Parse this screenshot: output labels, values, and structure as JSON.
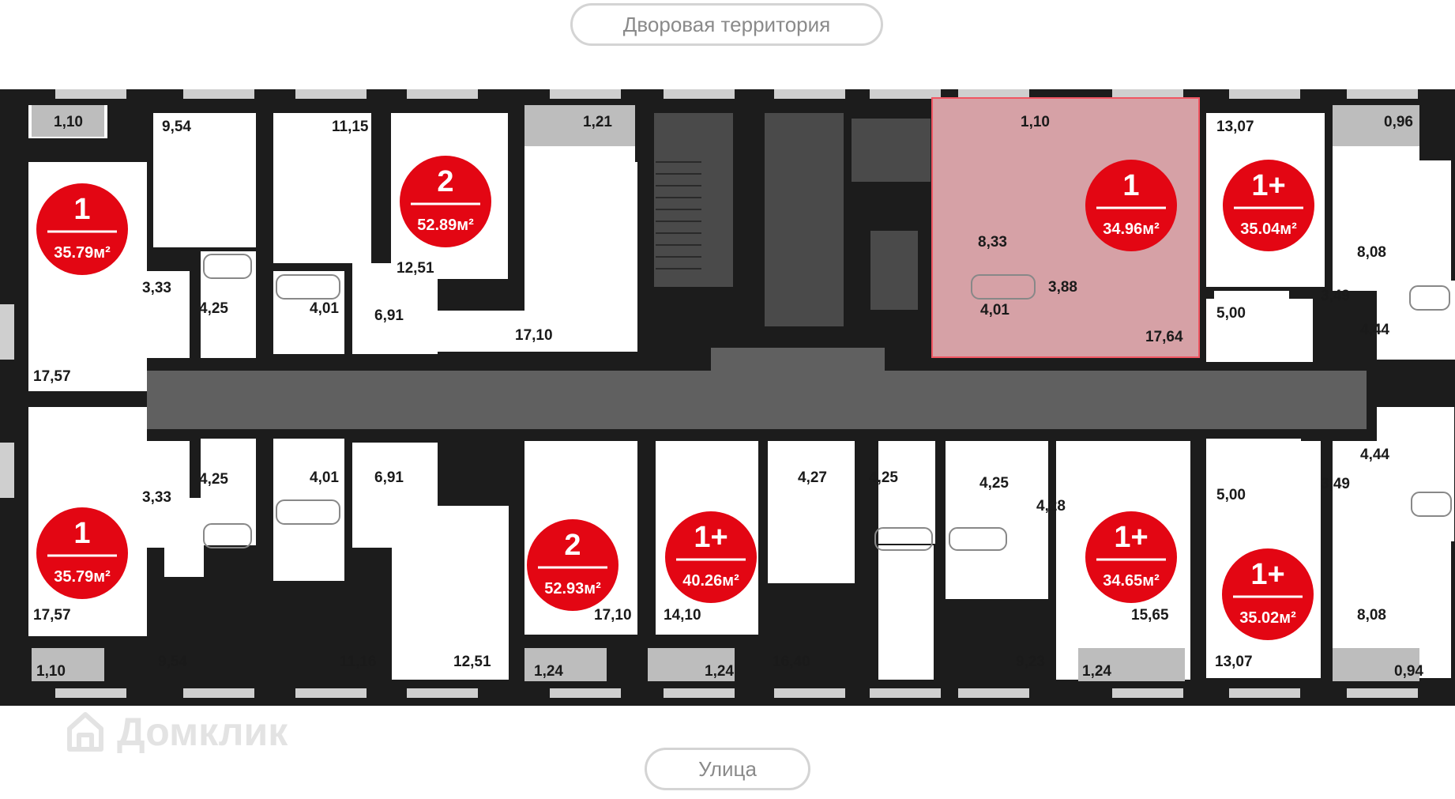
{
  "top_label": "Дворовая территория",
  "bottom_label": "Улица",
  "watermark": "Домклик",
  "colors": {
    "wall": "#1c1c1c",
    "corridor": "#606060",
    "stair": "#4a4a4a",
    "badge": "#e30613",
    "highlight": "#f7b8be",
    "highlight_border": "#f05562",
    "window": "#cfcfcf",
    "balcony": "#bdbdbd",
    "room": "#ffffff"
  },
  "apartments": [
    {
      "rooms": "1",
      "area": "35.79м²"
    },
    {
      "rooms": "2",
      "area": "52.89м²"
    },
    {
      "rooms": "1",
      "area": "34.96м²"
    },
    {
      "rooms": "1+",
      "area": "35.04м²"
    },
    {
      "rooms": "1",
      "area": "35.79м²"
    },
    {
      "rooms": "2",
      "area": "52.93м²"
    },
    {
      "rooms": "1+",
      "area": "40.26м²"
    },
    {
      "rooms": "1+",
      "area": "34.65м²"
    },
    {
      "rooms": "1+",
      "area": "35.02м²"
    }
  ],
  "room_areas": [
    "1,10",
    "9,54",
    "11,15",
    "1,21",
    "1,10",
    "13,07",
    "0,96",
    "3,33",
    "4,25",
    "4,01",
    "6,91",
    "12,51",
    "8,33",
    "3,88",
    "4,01",
    "17,64",
    "17,57",
    "17,10",
    "8,08",
    "3,49",
    "5,00",
    "4,44",
    "3,33",
    "4,25",
    "4,01",
    "6,91",
    "4,27",
    "4,25",
    "4,25",
    "4,28",
    "5,00",
    "3,49",
    "4,44",
    "17,57",
    "17,10",
    "14,10",
    "15,65",
    "8,08",
    "1,10",
    "9,54",
    "11,16",
    "12,51",
    "1,24",
    "1,24",
    "16,40",
    "9,23",
    "1,24",
    "13,07",
    "0,94"
  ]
}
